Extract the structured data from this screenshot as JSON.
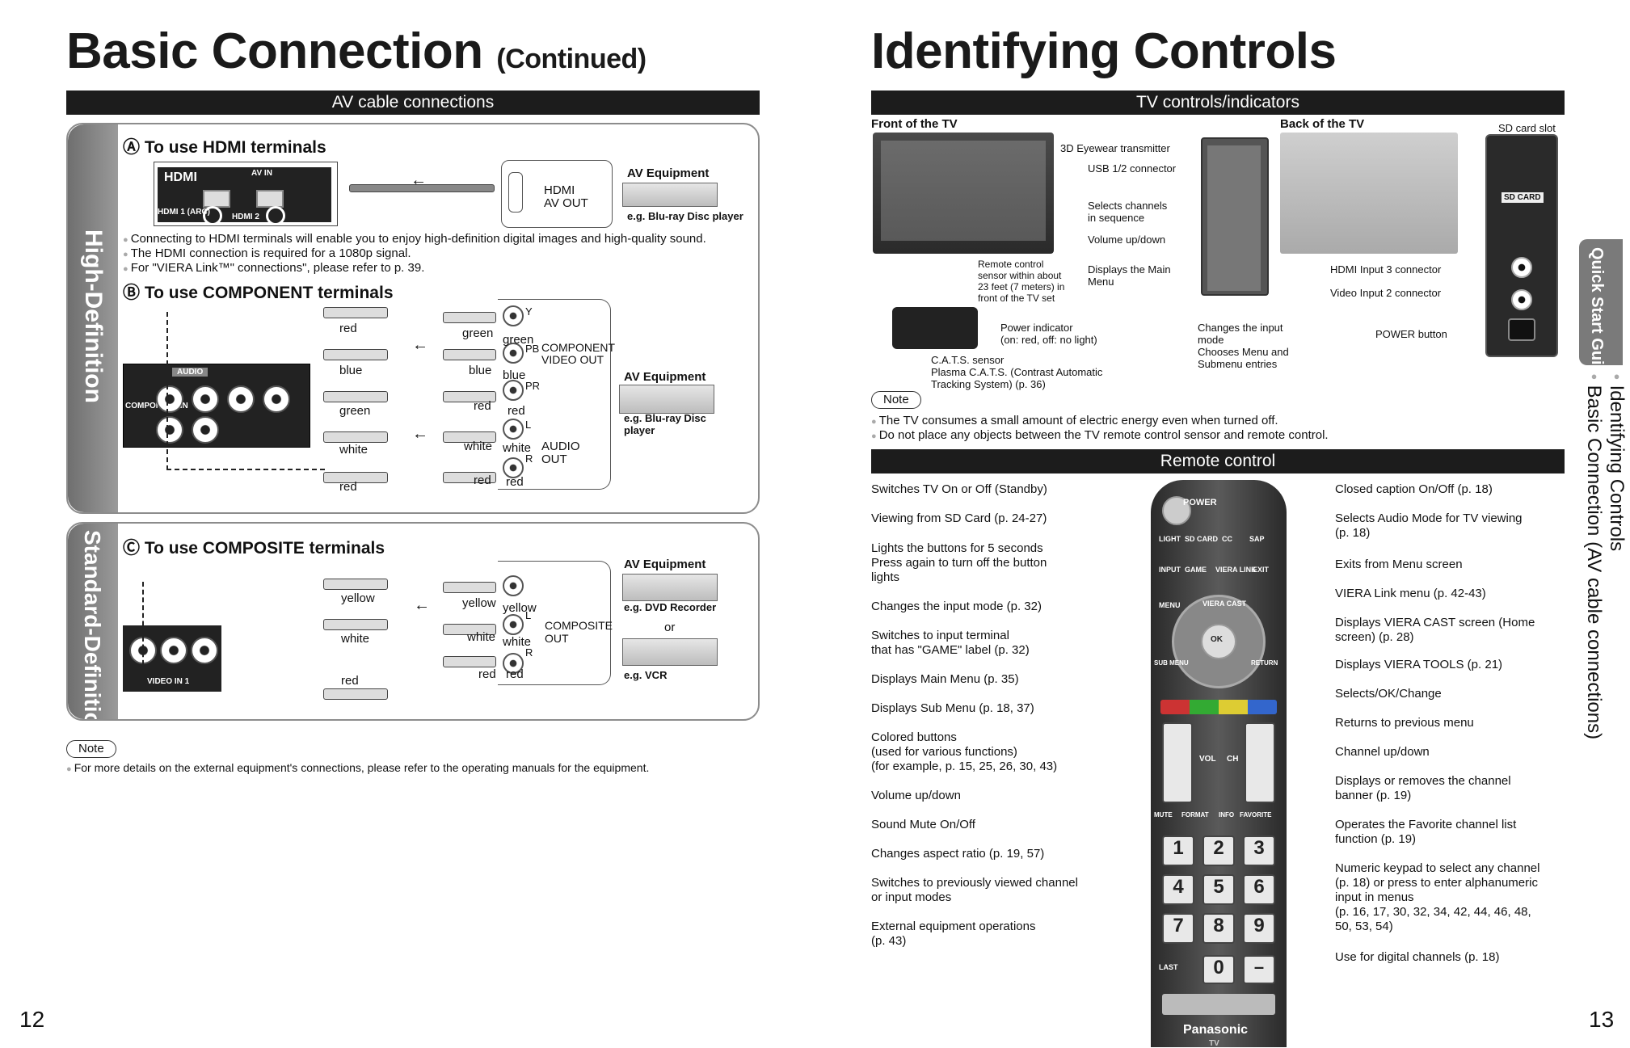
{
  "left_page": {
    "title": "Basic Connection",
    "title_suffix": "(Continued)",
    "bar": "AV cable connections",
    "side_hd": "High-Definition",
    "side_sd": "Standard-Definition",
    "hdmi": {
      "heading": "To use HDMI terminals",
      "marker": "A",
      "port_label": "AV IN",
      "port1": "HDMI 1 (ARC)",
      "port2": "HDMI 2",
      "device_label": "HDMI\nAV OUT",
      "device_line1": "HDMI",
      "device_line2": "AV OUT",
      "equipment": "AV Equipment",
      "example": "e.g. Blu-ray Disc player",
      "bullets": [
        "Connecting to HDMI terminals will enable you to enjoy high-definition digital images and high-quality sound.",
        "The HDMI connection is required for a 1080p signal.",
        "For \"VIERA Link™\" connections\", please refer to p. 39."
      ]
    },
    "component": {
      "heading": "To use COMPONENT terminals",
      "marker": "B",
      "audio_label": "AUDIO",
      "comp_label": "COMPONENT IN",
      "colors_left": [
        "red",
        "blue",
        "green",
        "white",
        "red"
      ],
      "colors_mid": [
        "green",
        "blue",
        "red",
        "white",
        "red"
      ],
      "colors_right": [
        "green",
        "blue",
        "red",
        "white",
        "red"
      ],
      "jack_y": "Y",
      "jack_pb": "PB",
      "jack_pr": "PR",
      "jack_l": "L",
      "jack_r": "R",
      "out1": "COMPONENT",
      "out2": "VIDEO OUT",
      "out3": "AUDIO",
      "out4": "OUT",
      "equipment": "AV Equipment",
      "example1": "e.g. Blu-ray Disc",
      "example2": "player"
    },
    "composite": {
      "heading": "To use COMPOSITE terminals",
      "marker": "C",
      "colors_left": [
        "yellow",
        "white",
        "red"
      ],
      "colors_mid": [
        "yellow",
        "white",
        "red"
      ],
      "colors_right": [
        "yellow",
        "white",
        "red"
      ],
      "jack_l": "L",
      "jack_r": "R",
      "out1": "COMPOSITE",
      "out2": "OUT",
      "port_label": "VIDEO IN 1",
      "equipment": "AV Equipment",
      "example1": "e.g. DVD Recorder",
      "or": "or",
      "example2": "e.g. VCR"
    },
    "note_label": "Note",
    "note": "For more details on the external equipment's connections, please refer to the operating manuals for the equipment.",
    "page_number": "12"
  },
  "right_page": {
    "title": "Identifying Controls",
    "bar_tv": "TV controls/indicators",
    "front_label": "Front of the TV",
    "back_label": "Back of the TV",
    "front": {
      "eyewear": "3D Eyewear transmitter",
      "usb": "USB 1/2 connector",
      "channels1": "Selects channels",
      "channels2": "in sequence",
      "volume": "Volume up/down",
      "remote_sensor": [
        "Remote control",
        "sensor within about",
        "23 feet (7 meters) in",
        "front of the TV set"
      ],
      "main_menu1": "Displays the Main",
      "main_menu2": "Menu",
      "power_ind1": "Power indicator",
      "power_ind2": "(on: red, off: no light)",
      "cats": [
        "C.A.T.S. sensor",
        "Plasma C.A.T.S. (Contrast Automatic",
        "Tracking System) (p. 36)"
      ],
      "input": [
        "Changes the input",
        "mode",
        "Chooses Menu and",
        "Submenu entries"
      ]
    },
    "back": {
      "sd_slot": "SD card slot",
      "sd_label": "SD CARD",
      "hdmi3": "HDMI Input 3 connector",
      "video2": "Video Input 2 connector",
      "power_btn": "POWER button"
    },
    "note_label": "Note",
    "notes": [
      "The TV consumes a small amount of electric energy even when turned off.",
      "Do not place any objects between the TV remote control sensor and remote control."
    ],
    "bar_remote": "Remote control",
    "remote_left": [
      [
        "Switches TV On or Off (Standby)"
      ],
      [
        "Viewing from SD Card (p. 24-27)"
      ],
      [
        "Lights the buttons for 5 seconds",
        "Press again to turn off the button",
        "lights"
      ],
      [
        "Changes the input mode (p. 32)"
      ],
      [
        "Switches to input terminal",
        "that has \"GAME\" label (p. 32)"
      ],
      [
        "Displays Main Menu (p. 35)"
      ],
      [
        "Displays Sub Menu (p. 18, 37)"
      ],
      [
        "Colored buttons",
        "(used for various functions)",
        "(for example, p. 15, 25, 26, 30, 43)"
      ],
      [
        "Volume up/down"
      ],
      [
        "Sound Mute On/Off"
      ],
      [
        "Changes aspect ratio (p. 19, 57)"
      ],
      [
        "Switches to previously viewed channel",
        "or input modes"
      ],
      [
        "External equipment operations",
        "(p. 43)"
      ]
    ],
    "remote_right": [
      [
        "Closed caption On/Off (p. 18)"
      ],
      [
        "Selects Audio Mode for TV viewing",
        "(p. 18)"
      ],
      [
        "Exits from Menu screen"
      ],
      [
        "VIERA Link menu (p. 42-43)"
      ],
      [
        "Displays VIERA CAST screen (Home",
        "screen) (p. 28)"
      ],
      [
        "Displays VIERA TOOLS (p. 21)"
      ],
      [
        "Selects/OK/Change"
      ],
      [
        "Returns to previous menu"
      ],
      [
        "Channel up/down"
      ],
      [
        "Displays or removes the channel",
        "banner (p. 19)"
      ],
      [
        "Operates the Favorite channel list",
        "function (p. 19)"
      ],
      [
        "Numeric keypad to select any channel",
        "(p. 18) or press to enter alphanumeric",
        "input in menus",
        "(p. 16, 17, 30, 32, 34, 42, 44, 46, 48,",
        "50, 53, 54)"
      ],
      [
        "Use for digital channels (p. 18)"
      ]
    ],
    "remote_keys": {
      "power": "POWER",
      "light": "LIGHT",
      "sdcard": "SD CARD",
      "cc": "CC",
      "sap": "SAP",
      "input": "INPUT",
      "game": "GAME",
      "link": "VIERA LINK",
      "exit": "EXIT",
      "menu": "MENU",
      "vieracast": "VIERA CAST",
      "ok": "OK",
      "submenu": "SUB MENU",
      "return": "RETURN",
      "vol": "VOL",
      "ch": "CH",
      "mute": "MUTE",
      "format": "FORMAT",
      "info": "INFO",
      "favorite": "FAVORITE",
      "digits": [
        "1",
        "2",
        "3",
        "4",
        "5",
        "6",
        "7",
        "8",
        "9"
      ],
      "zero": "0",
      "last": "LAST",
      "brand": "Panasonic",
      "tv": "TV"
    },
    "side_tab": "Quick Start Guide",
    "side_text1": "Identifying Controls",
    "side_text2": "Basic Connection (AV cable connections)",
    "page_number": "13"
  }
}
